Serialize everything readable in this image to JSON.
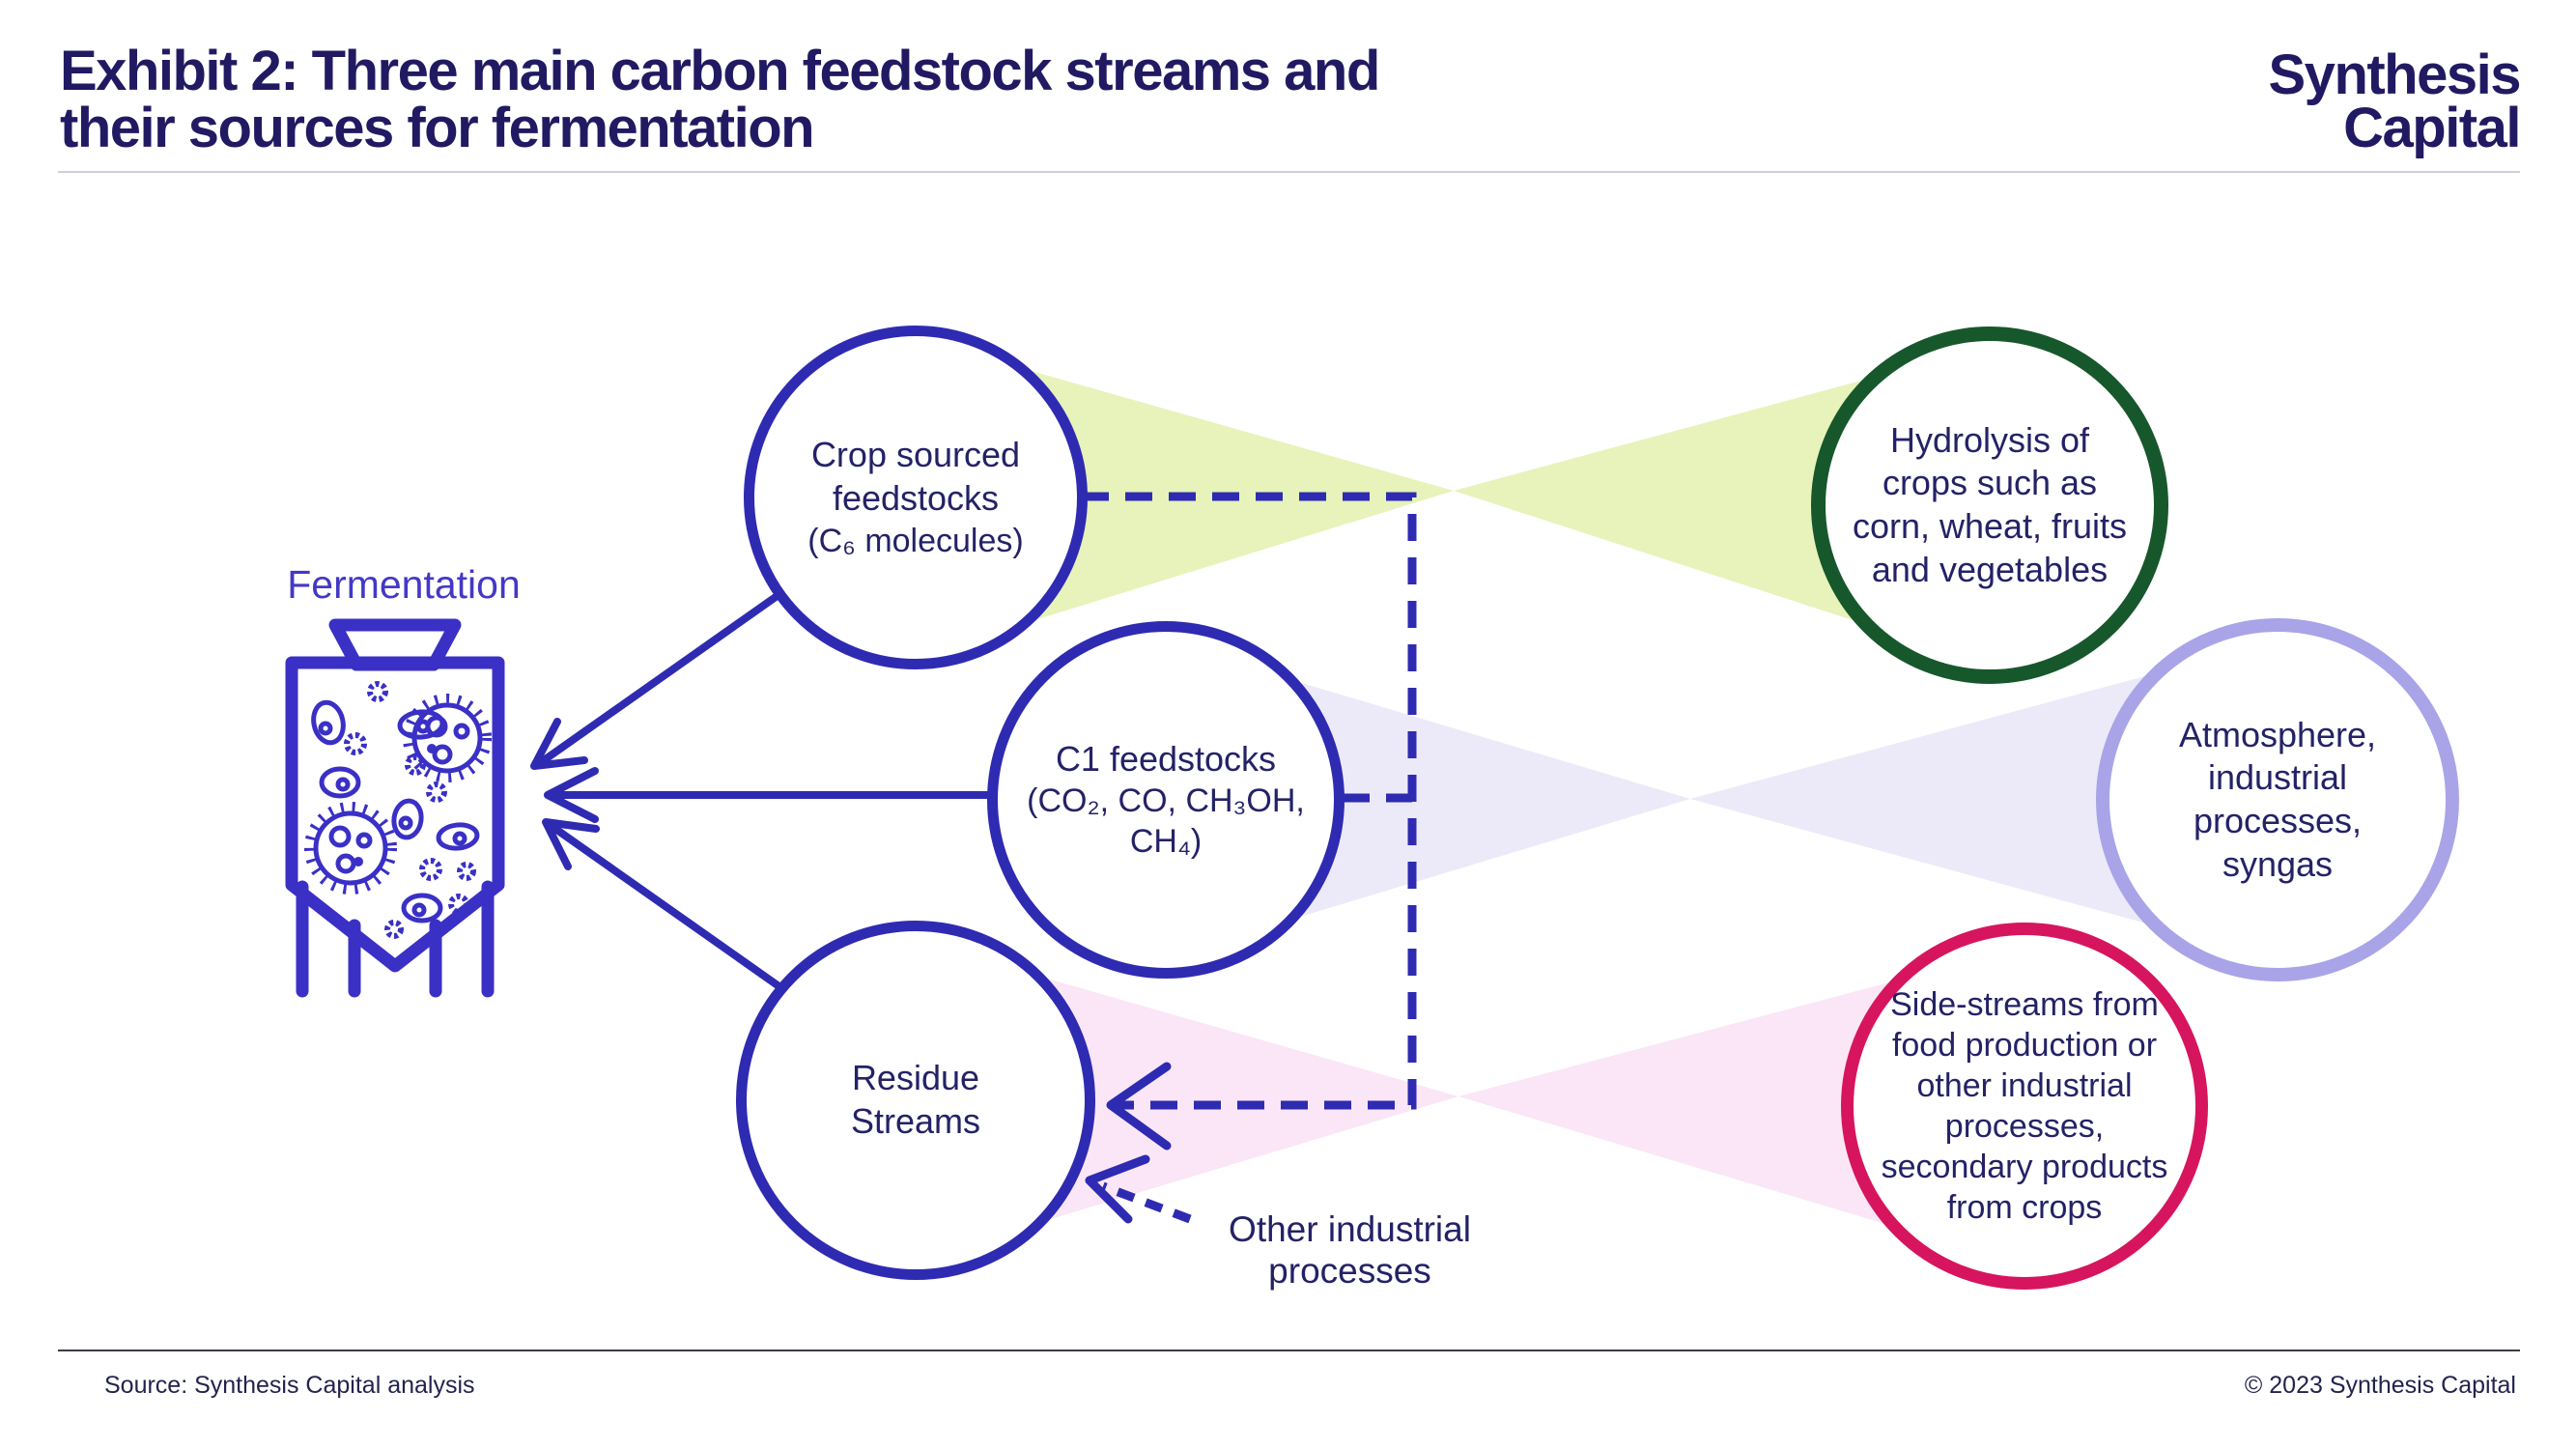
{
  "header": {
    "title": "Exhibit 2: Three main carbon feedstock streams and\ntheir sources for fermentation",
    "logo": {
      "line1": "Synthesis",
      "line2": "Capital"
    }
  },
  "diagram": {
    "fermenter": {
      "label": "Fermentation"
    },
    "nodes": {
      "crop": {
        "label": "Crop sourced\nfeedstocks",
        "sublabel": "(C₆ molecules)",
        "border_color": "#2e2bb2"
      },
      "c1": {
        "label": "C1 feedstocks",
        "sublabel": "(CO₂, CO, CH₃OH,\nCH₄)",
        "border_color": "#2e2bb2"
      },
      "residue": {
        "label": "Residue\nStreams",
        "border_color": "#2e2bb2"
      },
      "hydrolysis": {
        "label": "Hydrolysis of\ncrops such as\ncorn, wheat, fruits\nand vegetables",
        "border_color": "#17572c"
      },
      "atmosphere": {
        "label": "Atmosphere,\nindustrial\nprocesses,\nsyngas",
        "border_color": "#a9a4e8"
      },
      "sidestreams": {
        "label": "Side-streams from\nfood production or\nother industrial\nprocesses,\nsecondary products\nfrom crops",
        "border_color": "#d6155e"
      }
    },
    "annotations": {
      "other_industrial": "Other industrial\nprocesses"
    },
    "colors": {
      "indigo": "#2e2bb2",
      "fermenter_blue": "#3a30c6",
      "green": "#17572c",
      "lavender": "#a9a4e8",
      "crimson": "#d6155e",
      "ribbon_green": "#e7f3ba",
      "ribbon_lavender": "#eceaf8",
      "ribbon_pink": "#fae6f6",
      "title_navy": "#211a62",
      "text_navy": "#242266"
    }
  },
  "footer": {
    "source": "Source: Synthesis Capital analysis",
    "copyright": "© 2023 Synthesis Capital"
  }
}
